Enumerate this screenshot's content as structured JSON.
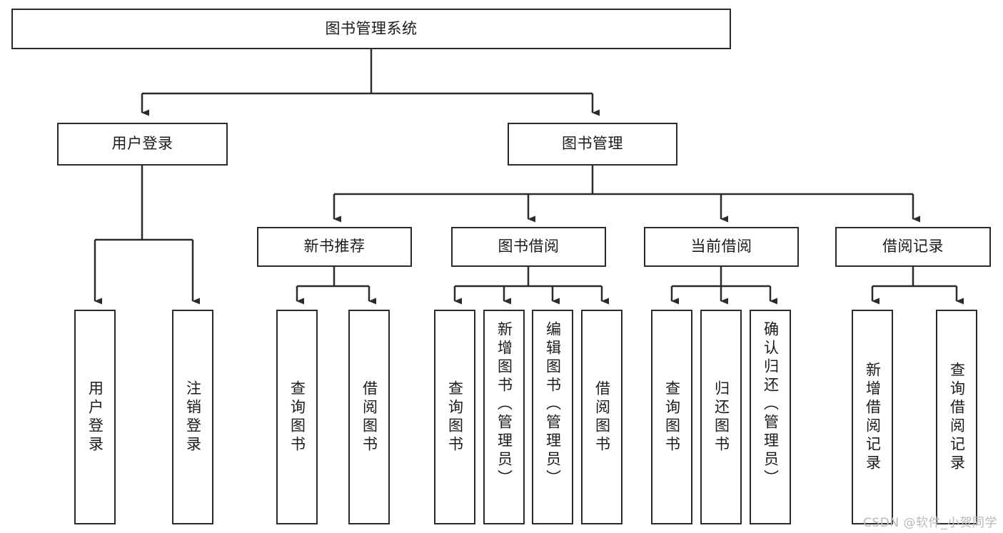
{
  "diagram": {
    "title": "图书管理系统",
    "type": "hierarchy-tree",
    "root": {
      "label": "图书管理系统",
      "children": [
        {
          "label": "用户登录",
          "children": [
            {
              "label": "用户登录"
            },
            {
              "label": "注销登录"
            }
          ]
        },
        {
          "label": "图书管理",
          "children": [
            {
              "label": "新书推荐",
              "children": [
                {
                  "label": "查询图书"
                },
                {
                  "label": "借阅图书"
                }
              ]
            },
            {
              "label": "图书借阅",
              "children": [
                {
                  "label": "查询图书"
                },
                {
                  "label": "新增图书（管理员）"
                },
                {
                  "label": "编辑图书（管理员）"
                },
                {
                  "label": "借阅图书"
                }
              ]
            },
            {
              "label": "当前借阅",
              "children": [
                {
                  "label": "查询图书"
                },
                {
                  "label": "归还图书"
                },
                {
                  "label": "确认归还（管理员）"
                }
              ]
            },
            {
              "label": "借阅记录",
              "children": [
                {
                  "label": "新增借阅记录"
                },
                {
                  "label": "查询借阅记录"
                }
              ]
            }
          ]
        }
      ]
    }
  },
  "nodes": {
    "root_title": "图书管理系统",
    "l2_user_login": "用户登录",
    "l2_book_manage": "图书管理",
    "l3_new_book_rec": "新书推荐",
    "l3_book_borrow": "图书借阅",
    "l3_current_borrow": "当前借阅",
    "l3_borrow_record": "借阅记录",
    "leaf_user_login": "用户登录",
    "leaf_logout": "注销登录",
    "leaf_query_book_a": "查询图书",
    "leaf_borrow_book_a": "借阅图书",
    "leaf_query_book_b": "查询图书",
    "leaf_add_book_admin": "新增图书（管理员）",
    "leaf_edit_book_admin": "编辑图书（管理员）",
    "leaf_borrow_book_b": "借阅图书",
    "leaf_query_book_c": "查询图书",
    "leaf_return_book": "归还图书",
    "leaf_confirm_return_admin": "确认归还（管理员）",
    "leaf_add_borrow_record": "新增借阅记录",
    "leaf_query_borrow_record": "查询借阅记录"
  },
  "colors": {
    "stroke": "#2b2b2b",
    "fill": "#ffffff",
    "text": "#1b1b1b",
    "watermark": "#b9b9b9"
  },
  "watermark": {
    "text": "CSDN @软件_小贺同学"
  }
}
